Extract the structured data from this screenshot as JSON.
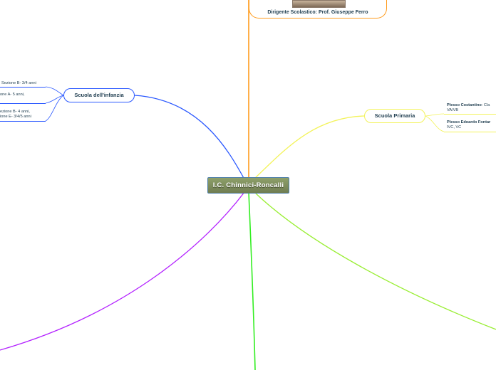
{
  "colors": {
    "infanzia": "#2a58ff",
    "primaria": "#f3f35a",
    "dirigente": "#ff9b1c",
    "branch_purple": "#b321ff",
    "branch_green": "#33ee22",
    "branch_lime": "#99ee33"
  },
  "root": {
    "label": "I.C. Chinnici-Roncalli"
  },
  "dirigente": {
    "label": "Dirigente Scolastico: Prof. Giuseppe Ferro"
  },
  "infanzia": {
    "label": "Scuola dell'infanzia",
    "leaves": [
      {
        "line1": "Sezione B- 3/4 anni",
        "line2": ""
      },
      {
        "line1": "one A- 5 anni,",
        "line2": ""
      },
      {
        "line1": "ezione B- 4 anni,",
        "line2": "ione E- 3/4/5 anni"
      }
    ]
  },
  "primaria": {
    "label": "Scuola Primaria",
    "leaves": [
      {
        "bold": "Plesso Costantino",
        "rest": ": Cla",
        "line2": "VA/VB"
      },
      {
        "bold": "Plesso Edoardo Fontar",
        "rest": "",
        "line2": "IVC, VC"
      }
    ]
  }
}
